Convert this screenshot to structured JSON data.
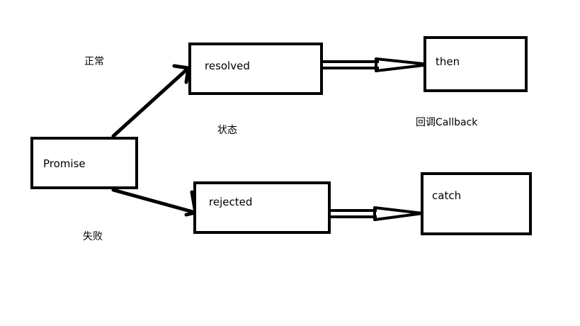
{
  "nodes": {
    "promise": "Promise",
    "resolved": "resolved",
    "rejected": "rejected",
    "then": "then",
    "catch": "catch"
  },
  "notes": {
    "normal": "正常",
    "failure": "失败",
    "state": "状态",
    "callback": "回调Callback"
  },
  "colors": {
    "stroke": "#000000",
    "background": "#ffffff"
  }
}
